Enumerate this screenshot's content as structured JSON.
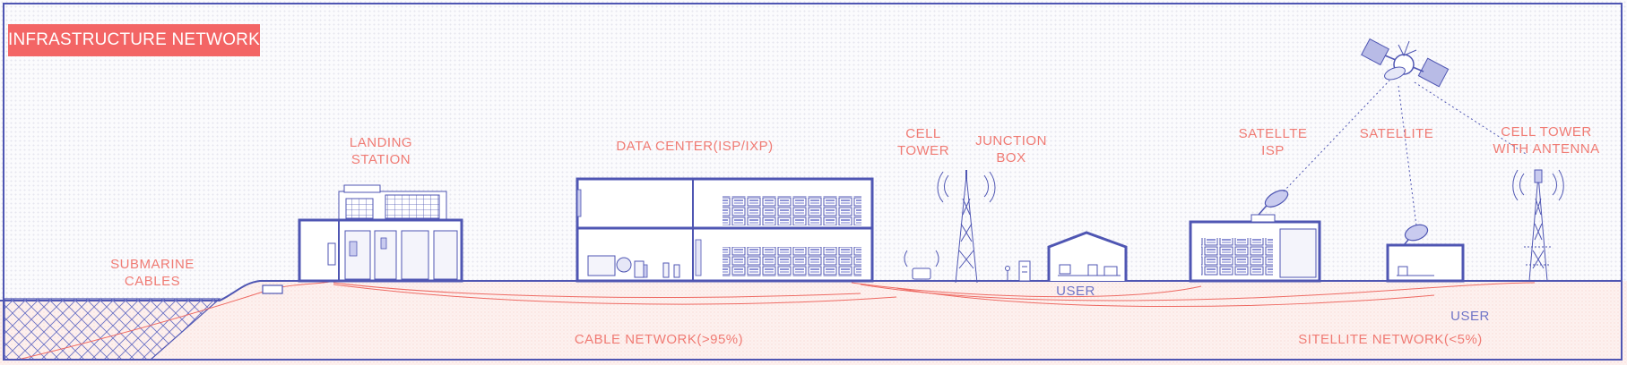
{
  "title": "INFRASTRUCTURE NETWORK",
  "labels": {
    "submarine_cables": "SUBMARINE\nCABLES",
    "landing_station": "LANDING\nSTATION",
    "data_center": "DATA CENTER(ISP/IXP)",
    "cell_tower": "CELL\nTOWER",
    "junction_box": "JUNCTION\nBOX",
    "satellite_isp": "SATELLTE\nISP",
    "satellite": "SATELLITE",
    "cell_tower_antenna": "CELL TOWER\nWITH ANTENNA",
    "user_center": "USER",
    "user_right": "USER",
    "cable_network": "CABLE NETWORK(>95%)",
    "satellite_network": "SITELLITE NETWORK(<5%)"
  },
  "colors": {
    "line": "#4f56b3",
    "accent": "#f36565",
    "label_red": "#f07b74",
    "label_blue": "#6f74c6"
  }
}
